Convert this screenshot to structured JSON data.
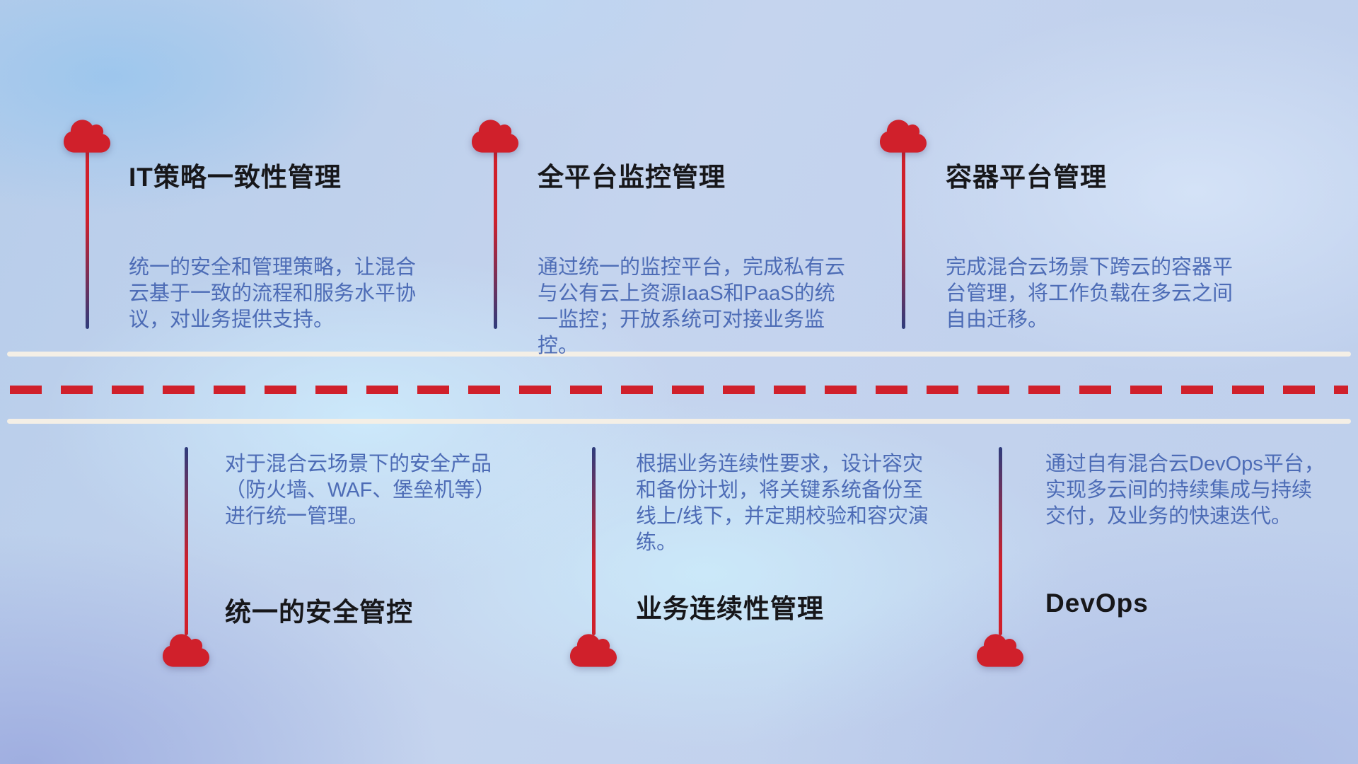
{
  "colors": {
    "accent_red": "#d0202b",
    "line_navy": "#2e3c7c",
    "desc_blue": "#4d6cb6",
    "title_dark": "#17171a",
    "road_white": "#f4efe6"
  },
  "icons": {
    "marker": "cloud-icon"
  },
  "top_items": [
    {
      "title": "IT策略一致性管理",
      "description": "统一的安全和管理策略，让混合云基于一致的流程和服务水平协议，对业务提供支持。"
    },
    {
      "title": "全平台监控管理",
      "description": "通过统一的监控平台，完成私有云与公有云上资源IaaS和PaaS的统一监控；开放系统可对接业务监控。"
    },
    {
      "title": "容器平台管理",
      "description": "完成混合云场景下跨云的容器平台管理，将工作负载在多云之间自由迁移。"
    }
  ],
  "bottom_items": [
    {
      "title": "统一的安全管控",
      "description": "对于混合云场景下的安全产品（防火墙、WAF、堡垒机等）进行统一管理。"
    },
    {
      "title": "业务连续性管理",
      "description": "根据业务连续性要求，设计容灾和备份计划，将关键系统备份至线上/线下，并定期校验和容灾演练。"
    },
    {
      "title": "DevOps",
      "description": "通过自有混合云DevOps平台，实现多云间的持续集成与持续交付，及业务的快速迭代。"
    }
  ]
}
